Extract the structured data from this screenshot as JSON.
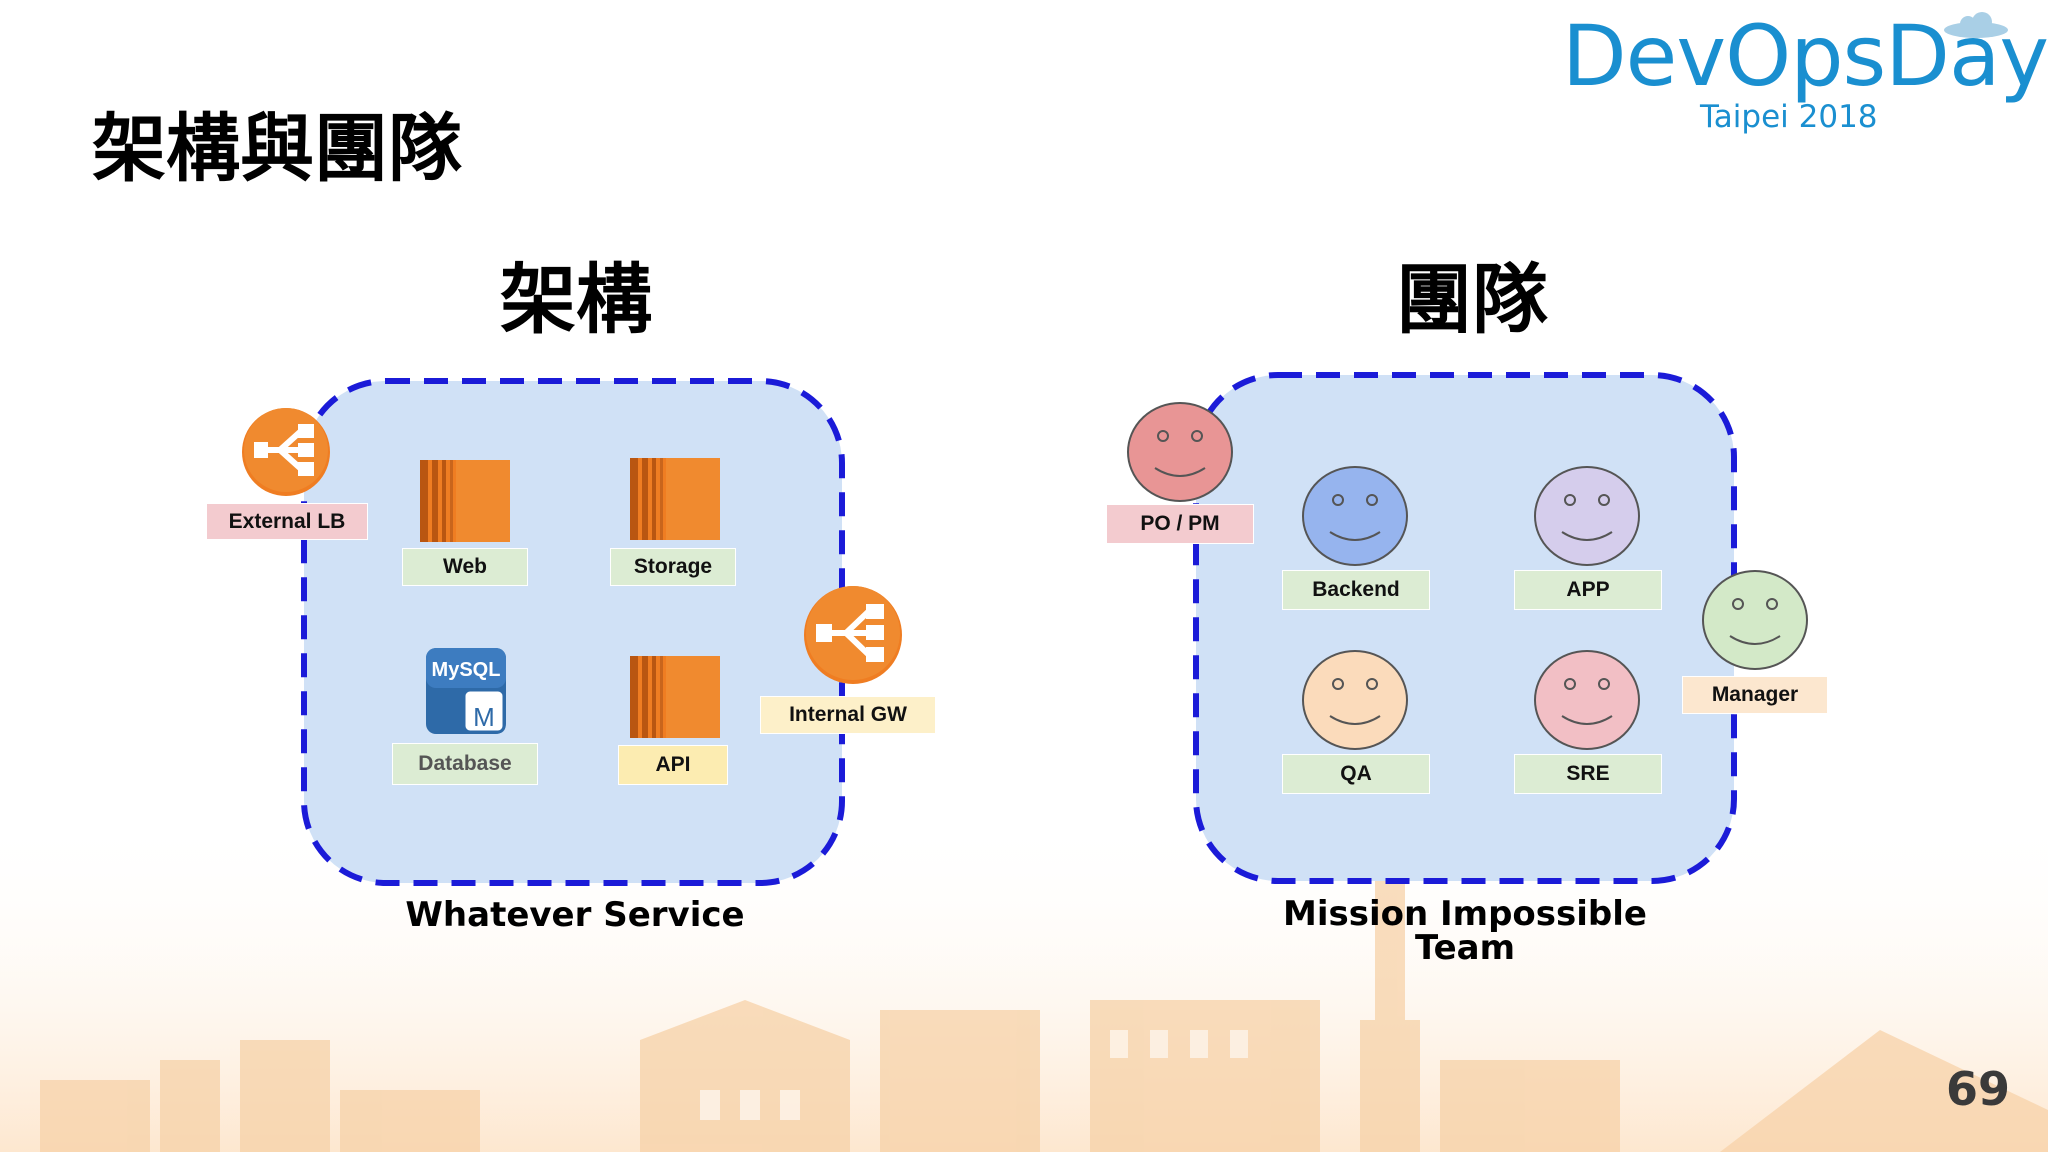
{
  "slide": {
    "title": "架構與團隊",
    "page_number": "69"
  },
  "logo": {
    "name": "DevOpsDays",
    "subtitle": "Taipei 2018"
  },
  "architecture": {
    "heading": "架構",
    "caption": "Whatever Service",
    "components": [
      {
        "label": "External LB",
        "icon": "load-balancer-icon"
      },
      {
        "label": "Web",
        "icon": "ec2-instance-icon"
      },
      {
        "label": "Storage",
        "icon": "ec2-instance-icon"
      },
      {
        "label": "Database",
        "icon": "mysql-icon"
      },
      {
        "label": "API",
        "icon": "ec2-instance-icon"
      },
      {
        "label": "Internal GW",
        "icon": "load-balancer-icon"
      }
    ],
    "mysql_text": "MySQL",
    "mysql_badge": "M"
  },
  "team": {
    "heading": "團隊",
    "caption": "Mission Impossible Team",
    "members": [
      {
        "label": "PO / PM",
        "color": "#e89595"
      },
      {
        "label": "Backend",
        "color": "#96b4ee"
      },
      {
        "label": "APP",
        "color": "#d5cdec"
      },
      {
        "label": "QA",
        "color": "#fbdbbb"
      },
      {
        "label": "SRE",
        "color": "#f2bfc5"
      },
      {
        "label": "Manager",
        "color": "#d3e9c8"
      }
    ]
  },
  "colors": {
    "accent_orange": "#ef7d22",
    "dash_blue": "#1b1bd8",
    "box_fill": "#d0e1f6",
    "logo_blue": "#1a8fd0"
  }
}
